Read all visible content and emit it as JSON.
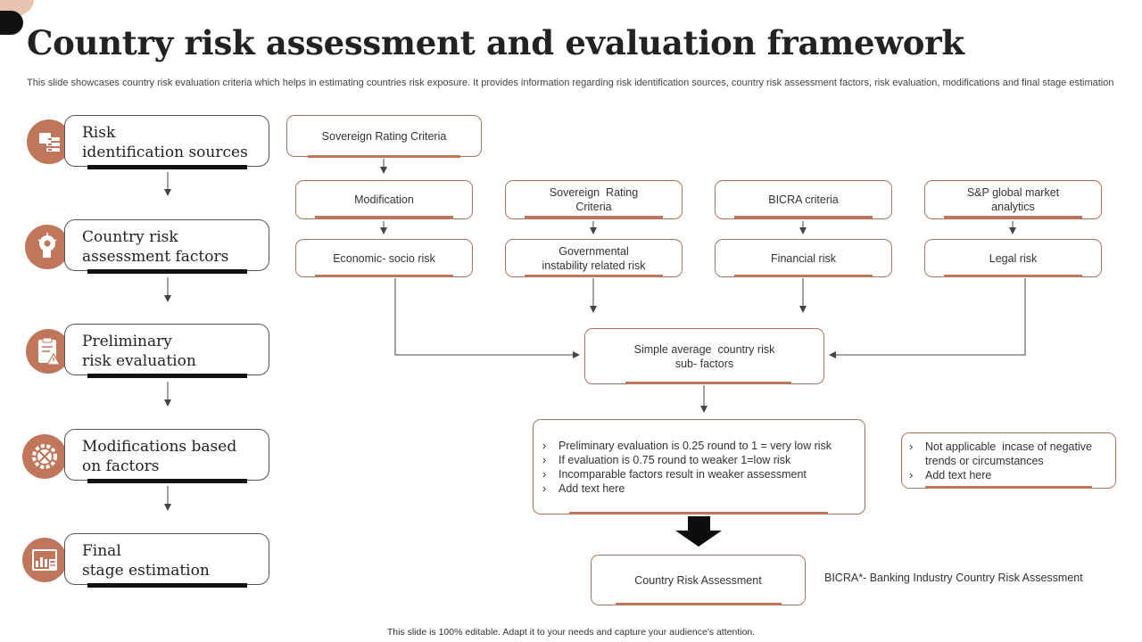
{
  "header": {
    "title": "Country risk assessment and evaluation framework",
    "subtitle": "This slide showcases country risk evaluation criteria which helps in estimating countries risk exposure. It provides information regarding risk identification sources, country risk assessment factors, risk evaluation, modifications and final stage estimation"
  },
  "steps": [
    {
      "label": "Risk\nidentification sources",
      "icon": "database-icon"
    },
    {
      "label": "Country risk\nassessment factors",
      "icon": "brain-gear-icon"
    },
    {
      "label": "Preliminary\nrisk evaluation",
      "icon": "clipboard-warning-icon"
    },
    {
      "label": "Modifications based\non factors",
      "icon": "tools-gear-icon"
    },
    {
      "label": "Final\nstage estimation",
      "icon": "calculator-chart-icon"
    }
  ],
  "flow": {
    "top": "Sovereign  Rating Criteria",
    "row1": [
      "Modification",
      "Sovereign  Rating\nCriteria",
      "BICRA criteria",
      "S&P global market\nanalytics"
    ],
    "row2": [
      "Economic- socio risk",
      "Governmental\ninstability related risk",
      "Financial risk",
      "Legal risk"
    ],
    "average": "Simple average  country risk\nsub- factors",
    "evaluation_points": [
      "Preliminary  evaluation  is 0.25 round to 1 = very low risk",
      "If evaluation  is 0.75 round to weaker 1=low risk",
      "Incomparable  factors result  in weaker assessment",
      "Add text here"
    ],
    "side_points": [
      "Not applicable  incase of negative\ntrends or circumstances",
      "Add text here"
    ],
    "final": "Country Risk Assessment",
    "footnote": "BICRA*- Banking Industry Country Risk Assessment"
  },
  "footer": "This slide is 100% editable.  Adapt it to your needs and capture your audience's attention.",
  "colors": {
    "accent": "#c0765a",
    "border": "#b0735a",
    "dark": "#111111"
  }
}
